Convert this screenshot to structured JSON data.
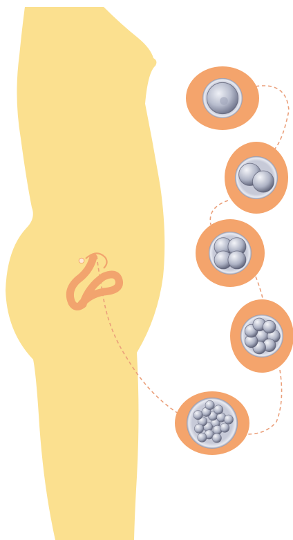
{
  "colors": {
    "background": "#ffffff",
    "body": "#fbe08f",
    "uterus": "#f2a46e",
    "ovum_dot": "#ffe9d6",
    "stage_ring": "#f4a46c",
    "cell_light": "#dcdfe9",
    "cell_mid": "#9aa0b6",
    "cell_dark": "#55596e",
    "dashed_path": "#ea9f7a"
  },
  "figure": {
    "subject": "body-silhouette",
    "organ": "uterus-and-fallopian-tube",
    "icons": [
      "body-silhouette-icon",
      "uterus-icon",
      "ovum-dot-icon"
    ]
  },
  "stages": [
    {
      "id": "zygote",
      "cells": 1
    },
    {
      "id": "two-cell",
      "cells": 2
    },
    {
      "id": "four-cell",
      "cells": 4
    },
    {
      "id": "eight-cell",
      "cells": 8
    },
    {
      "id": "morula",
      "cells": 16
    }
  ]
}
